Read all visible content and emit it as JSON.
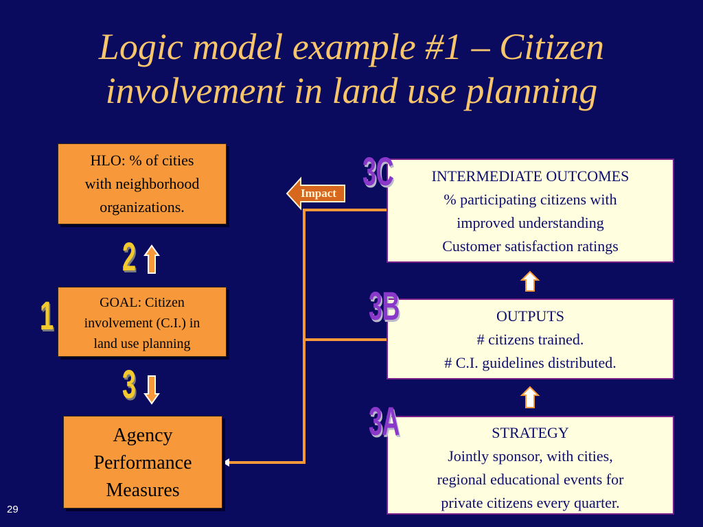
{
  "title": {
    "line1": "Logic model example #1 – Citizen",
    "line2": "involvement in land use planning"
  },
  "hlo": {
    "lines": [
      "HLO: % of cities",
      "with neighborhood",
      "organizations."
    ]
  },
  "goal": {
    "lines": [
      "GOAL: Citizen",
      "involvement (C.I.) in",
      "land use planning"
    ]
  },
  "agency": {
    "lines": [
      "Agency",
      "Performance",
      "Measures"
    ]
  },
  "intermediate": {
    "lines": [
      "INTERMEDIATE OUTCOMES",
      "% participating citizens with",
      "improved understanding",
      "Customer satisfaction ratings"
    ]
  },
  "outputs": {
    "lines": [
      "OUTPUTS",
      "# citizens trained.",
      "# C.I. guidelines distributed."
    ]
  },
  "strategy": {
    "lines": [
      "STRATEGY",
      "Jointly sponsor, with cities,",
      "regional educational events for",
      "private citizens every quarter."
    ]
  },
  "labels": {
    "n1": "1",
    "n2": "2",
    "n3": "3",
    "n3a": "3A",
    "n3b": "3B",
    "n3c": "3C"
  },
  "impact": "Impact",
  "page_number": "29",
  "colors": {
    "background": "#0a0a5e",
    "title": "#f7c56b",
    "orange_box": "#f7993a",
    "yellow_box": "#ffffe0",
    "connector": "#f7993a",
    "gold_label": "#f3c92e",
    "purple_label": "#8a38c9"
  }
}
